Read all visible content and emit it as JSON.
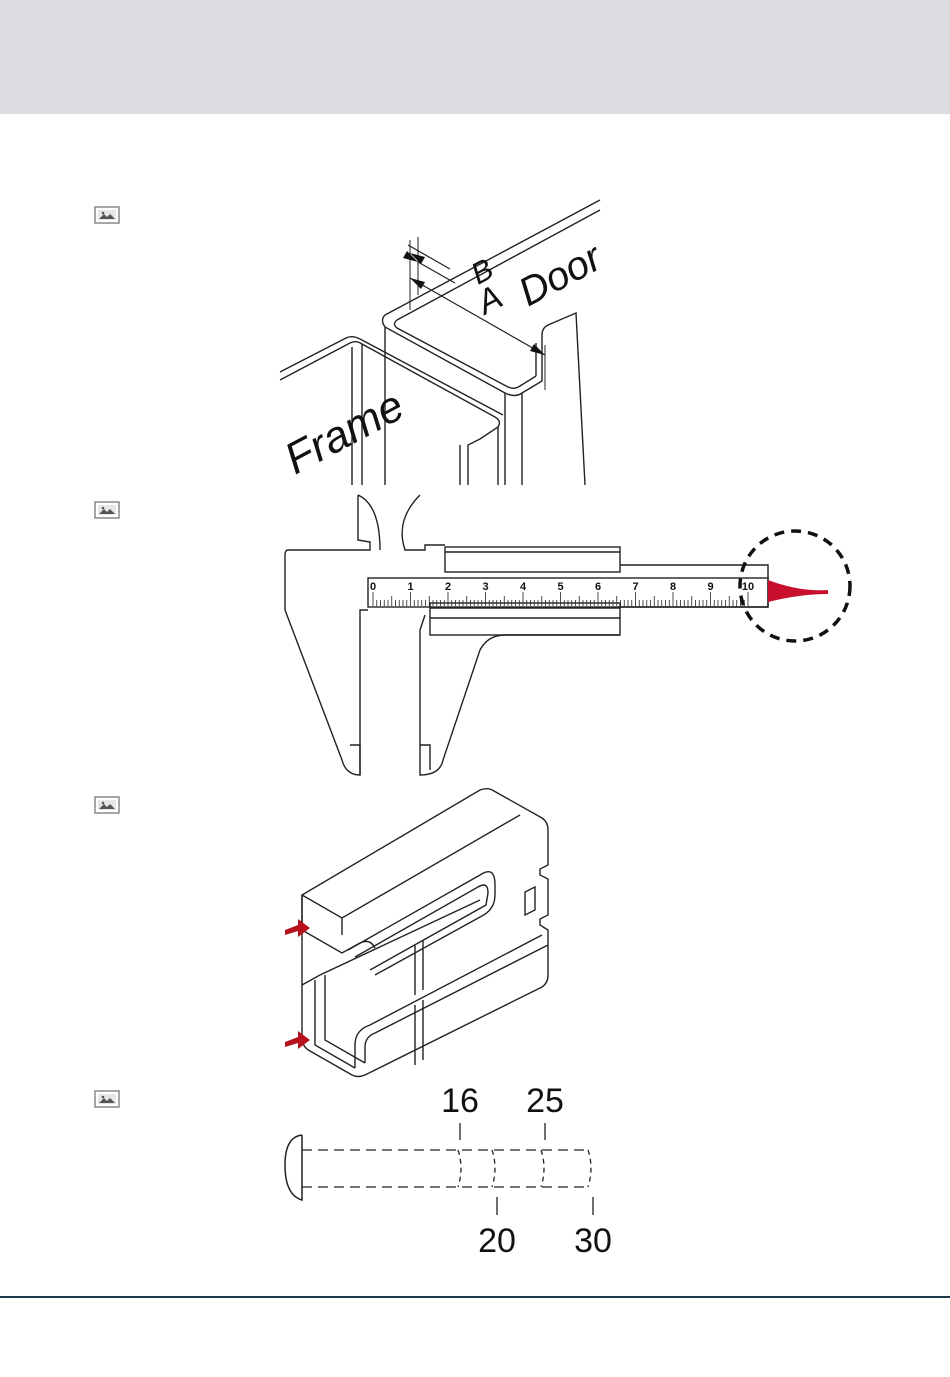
{
  "figures": {
    "door_frame": {
      "labels": {
        "a": "A",
        "b": "B",
        "door": "Door",
        "frame": "Frame"
      }
    },
    "caliper": {
      "scale_numbers": [
        "0",
        "1",
        "2",
        "3",
        "4",
        "5",
        "6",
        "7",
        "8",
        "9",
        "10"
      ],
      "highlight_color": "#c8102e"
    },
    "gauge_block": {
      "arrow_color": "#b5121b"
    },
    "screw": {
      "lengths_top": [
        "16",
        "25"
      ],
      "lengths_bottom": [
        "20",
        "30"
      ]
    }
  },
  "icons": [
    "image-icon",
    "image-icon",
    "image-icon",
    "image-icon"
  ]
}
